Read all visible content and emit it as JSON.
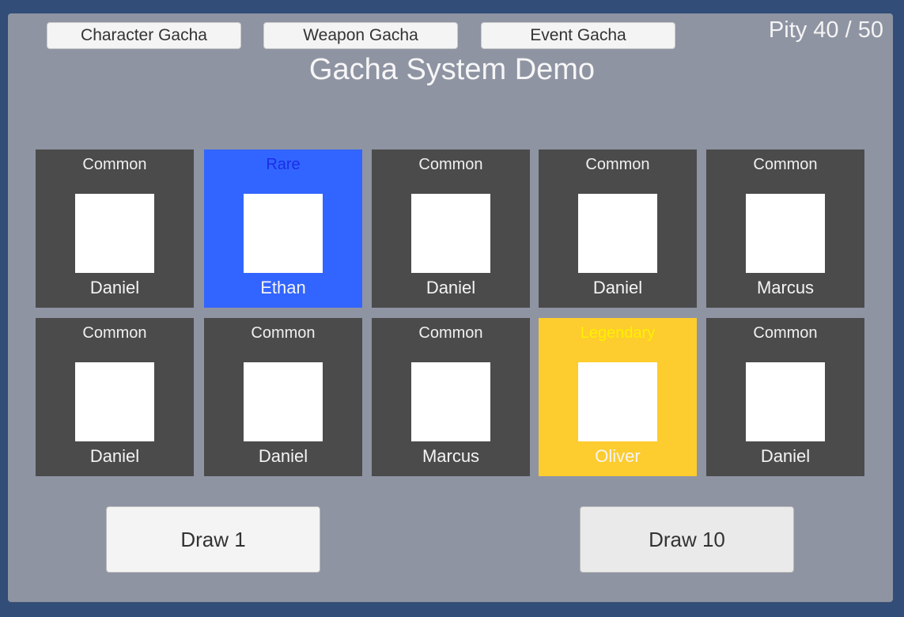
{
  "header": {
    "title": "Gacha System Demo",
    "pity": "Pity 40 / 50",
    "tabs": [
      {
        "label": "Character Gacha"
      },
      {
        "label": "Weapon Gacha"
      },
      {
        "label": "Event Gacha"
      }
    ]
  },
  "colors": {
    "background": "#314d78",
    "panel": "#8f94a3",
    "common": "#4b4b4b",
    "rare": "#3265ff",
    "rare_text": "#1a2ee6",
    "legendary": "#fdcc2e",
    "legendary_text": "#fff000"
  },
  "results": [
    {
      "rarity": "Common",
      "name": "Daniel"
    },
    {
      "rarity": "Rare",
      "name": "Ethan"
    },
    {
      "rarity": "Common",
      "name": "Daniel"
    },
    {
      "rarity": "Common",
      "name": "Daniel"
    },
    {
      "rarity": "Common",
      "name": "Marcus"
    },
    {
      "rarity": "Common",
      "name": "Daniel"
    },
    {
      "rarity": "Common",
      "name": "Daniel"
    },
    {
      "rarity": "Common",
      "name": "Marcus"
    },
    {
      "rarity": "Legendary",
      "name": "Oliver"
    },
    {
      "rarity": "Common",
      "name": "Daniel"
    }
  ],
  "actions": {
    "draw_1": "Draw 1",
    "draw_10": "Draw 10"
  }
}
